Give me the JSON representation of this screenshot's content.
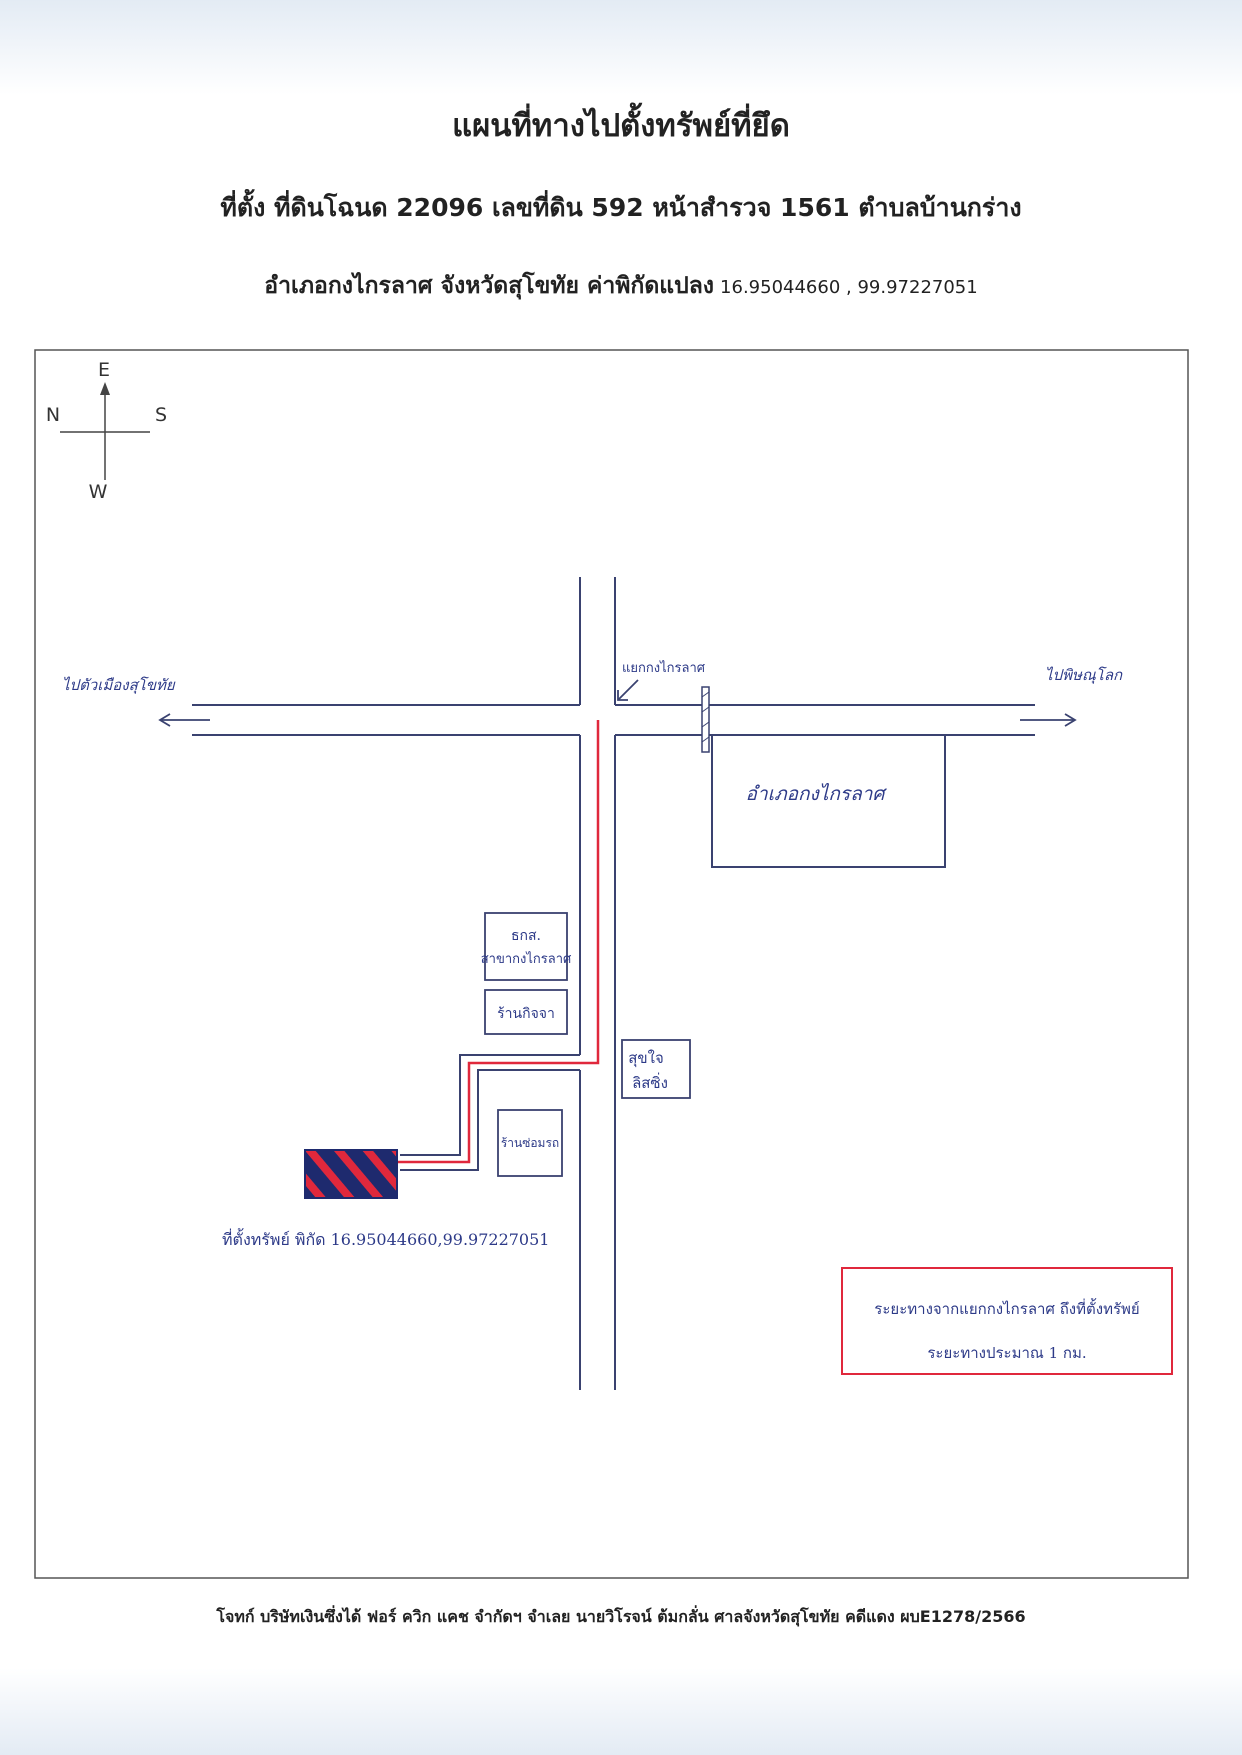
{
  "header": {
    "title": "แผนที่ทางไปตั้งทรัพย์ที่ยึด",
    "location_line": "ที่ตั้ง ที่ดินโฉนด 22096 เลขที่ดิน 592 หน้าสำรวจ 1561 ตำบลบ้านกร่าง",
    "district_line": "อำเภอกงไกรลาศ  จังหวัดสุโขทัย   ค่าพิกัดแปลง",
    "coordinates": "16.95044660 ,  99.97227051"
  },
  "compass": {
    "east": "E",
    "north": "N",
    "south": "S",
    "west": "W"
  },
  "map": {
    "to_sukhothai": "ไปตัวเมืองสุโขทัย",
    "to_phitsanulok": "ไปพิษณุโลก",
    "junction": "แยกกงไกรลาศ",
    "district_office": "อำเภอกงไกรลาศ",
    "baac_line1": "ธกส.",
    "baac_line2": "สาขากงไกรลาศ",
    "shop_a": "ร้านกิจจา",
    "shop_b": "ร้านซ่อมรถ",
    "shop_c_line1": "สุขใจ",
    "shop_c_line2": "ลิสซิ่ง",
    "property_label": "ที่ตั้งทรัพย์ พิกัด 16.95044660,99.97227051",
    "distance_line1": "ระยะทางจากแยกกงไกรลาศ ถึงที่ตั้งทรัพย์",
    "distance_line2": "ระยะทางประมาณ    1   กม."
  },
  "footer": "โจทก์ บริษัทเงินซึ่งได้ ฟอร์ ควิก แคช จำกัดฯ     จำเลย นายวิโรจน์  ต้มกลั่น   ศาลจังหวัดสุโขทัย  คดีแดง ผบE1278/2566",
  "colors": {
    "ink": "#2d3a88",
    "route": "#e0283c",
    "frame": "#555555",
    "property_fill": "#1e2a6e"
  }
}
